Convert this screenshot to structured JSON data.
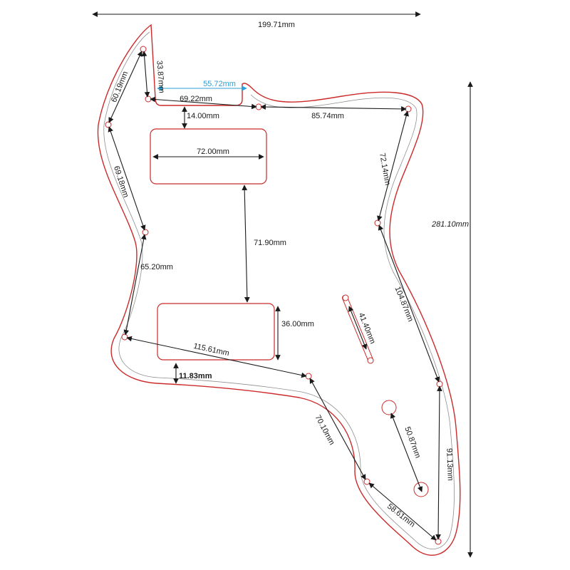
{
  "dimensions": {
    "overall_width": "199.71mm",
    "overall_height": "281.10mm",
    "horn_top": "60.19mm",
    "horn_gap": "33.87mm",
    "notch_width": "55.72mm",
    "top_inner": "69.22mm",
    "top_right": "85.74mm",
    "neck_to_pickup": "14.00mm",
    "neck_pickup_width": "72.00mm",
    "left_upper": "69.18mm",
    "right_upper": "72.14mm",
    "pickup_spacing": "71.90mm",
    "left_lower": "65.20mm",
    "right_mid": "104.87mm",
    "switch_slot": "41.40mm",
    "bridge_pickup_height": "36.00mm",
    "bottom_long": "115.61mm",
    "bottom_offset": "11.83mm",
    "lower_diag": "70.10mm",
    "controls": "50.87mm",
    "right_lower": "91.13mm",
    "bottom_tip": "58.61mm"
  },
  "colors": {
    "outline": "#cc2a2a",
    "dimension_lines": "#1a1a1a",
    "highlight_dimension": "#2f9fd6"
  }
}
